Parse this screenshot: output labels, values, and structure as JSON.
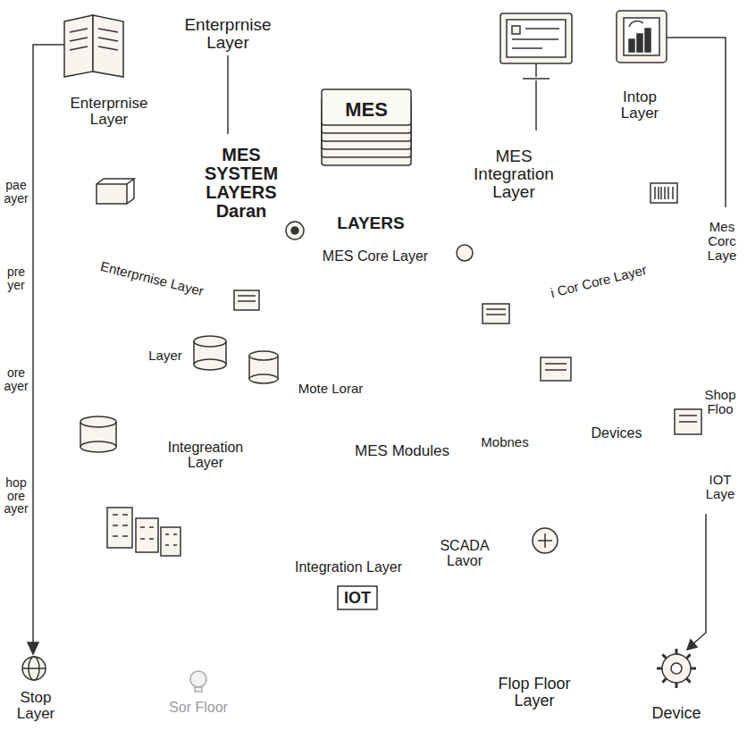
{
  "diagram": {
    "nodes": [
      {
        "text": [
          "MES",
          "MES SYSTEM LAYERS Daran",
          "MES Integration Layer",
          "LAYERS",
          "MES Core Layer"
        ]
      },
      {
        "text": [
          "Enterprnise Layer",
          "i Cor Core Layer"
        ]
      },
      {
        "text": [
          "Layer",
          "Mote Lorar"
        ]
      },
      {
        "text": [
          "MES Modules",
          "Mobnes",
          "Devices",
          "Integreation Layer"
        ]
      },
      {
        "text": [
          "Integration Layer",
          "SCADA Lavor",
          "IOT"
        ]
      }
    ],
    "labels": [
      "Enterprnise Layer",
      "Enterprnise Layer",
      "Intop Layer",
      "pae ayer",
      "pre yer",
      "ore ayer",
      "hop ore ayer",
      "Mes Corc Laye",
      "Shop Floo",
      "IOT Laye",
      "Stop Layer",
      "Sor Floor",
      "Flop Floor Layer",
      "Device"
    ]
  }
}
